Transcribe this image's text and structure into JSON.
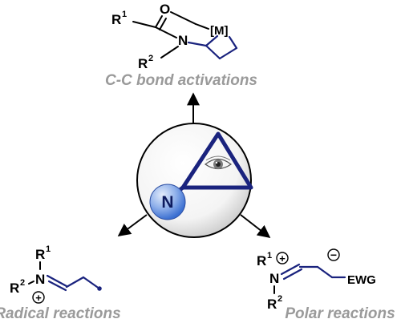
{
  "labels": {
    "top": "C-C bond activations",
    "left": "Radical reactions",
    "right": "Polar reactions"
  },
  "top_structure": {
    "r_group": "R",
    "r_sup": "1",
    "oxygen": "O",
    "nitrogen": "N",
    "metal": "[M]",
    "r2_group": "R",
    "r2_sup": "2"
  },
  "center": {
    "nitrogen": "N"
  },
  "left_structure": {
    "r1": "R",
    "r1_sup": "1",
    "nitrogen": "N",
    "r2": "R",
    "r2_sup": "2",
    "charge": "+"
  },
  "right_structure": {
    "r1": "R",
    "r1_sup": "1",
    "nitrogen": "N",
    "charge_pos": "+",
    "r2": "R",
    "r2_sup": "2",
    "charge_neg": "−",
    "ewg": "EWG"
  },
  "colors": {
    "navy": "#1a237e",
    "heading_gray": "#9a9a9a",
    "sphere_light": "#e3ecfb",
    "sphere_dark": "#3b6fd1"
  },
  "icons": [
    "eye-icon"
  ]
}
